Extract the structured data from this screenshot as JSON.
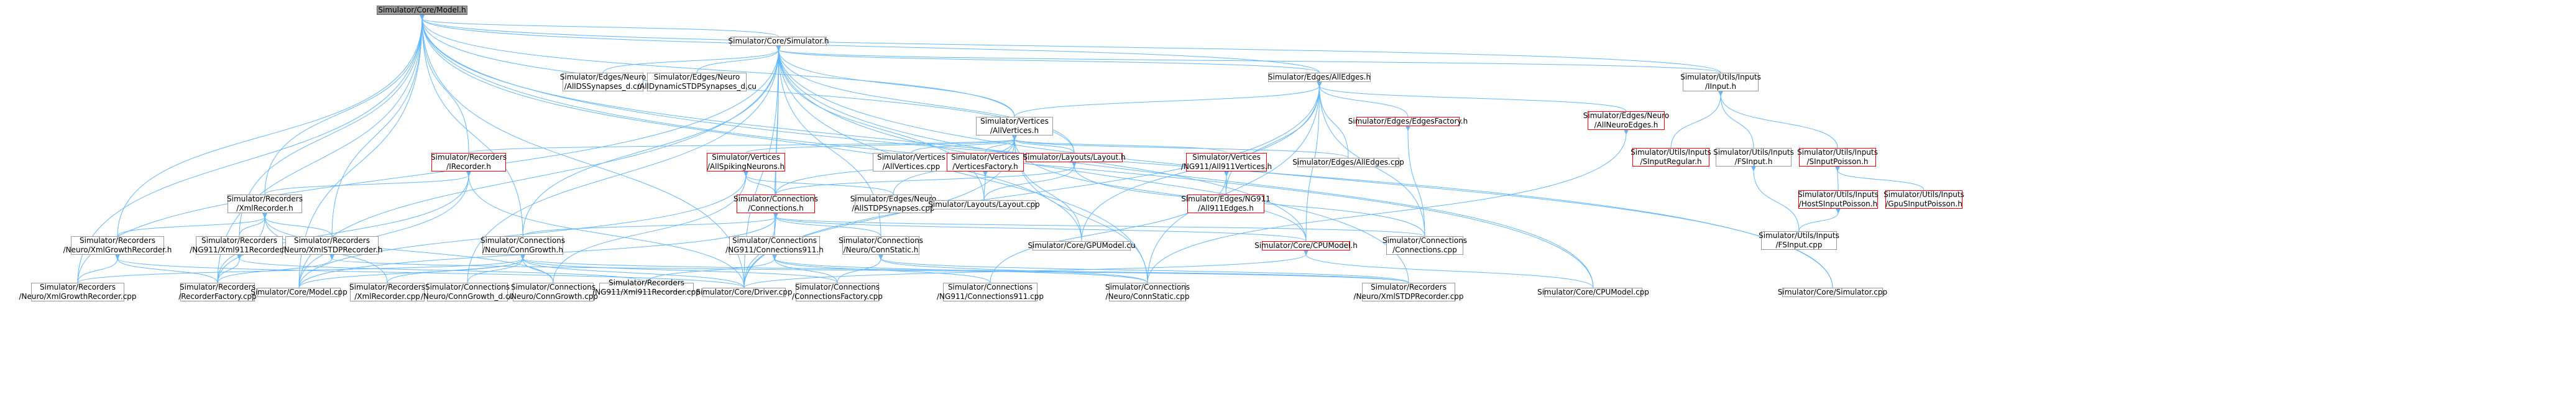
{
  "nodes": [
    {
      "id": "core_model_h",
      "label": "Simulator/Core/Model.h",
      "style": "focus"
    },
    {
      "id": "core_simulator_h",
      "label": "Simulator/Core/Simulator.h",
      "style": "normal"
    },
    {
      "id": "aleddyn_d",
      "label": "Simulator/Edges/Neuro\n/AllDSSynapses_d.cu",
      "style": "normal"
    },
    {
      "id": "aldynstdp_d",
      "label": "Simulator/Edges/Neuro\n/AllDynamicSTDPSynapses_d.cu",
      "style": "normal"
    },
    {
      "id": "alledges_h",
      "label": "Simulator/Edges/AllEdges.h",
      "style": "normal"
    },
    {
      "id": "iinput_h",
      "label": "Simulator/Utils/Inputs\n/IInput.h",
      "style": "normal"
    },
    {
      "id": "edgesfactory_h",
      "label": "Simulator/Edges/EdgesFactory.h",
      "style": "red"
    },
    {
      "id": "allneuroedges_h",
      "label": "Simulator/Edges/Neuro\n/AllNeuroEdges.h",
      "style": "red"
    },
    {
      "id": "allvertices_h",
      "label": "Simulator/Vertices\n/AllVertices.h",
      "style": "normal"
    },
    {
      "id": "sinputregular_h",
      "label": "Simulator/Utils/Inputs\n/SInputRegular.h",
      "style": "red"
    },
    {
      "id": "fsinput_h",
      "label": "Simulator/Utils/Inputs\n/FSInput.h",
      "style": "normal"
    },
    {
      "id": "sinputpoisson_h",
      "label": "Simulator/Utils/Inputs\n/SInputPoisson.h",
      "style": "red"
    },
    {
      "id": "irecorder_h",
      "label": "Simulator/Recorders\n/IRecorder.h",
      "style": "red"
    },
    {
      "id": "allspiking_h",
      "label": "Simulator/Vertices\n/AllSpikingNeurons.h",
      "style": "red"
    },
    {
      "id": "allvertices_cpp",
      "label": "Simulator/Vertices\n/AllVertices.cpp",
      "style": "normal"
    },
    {
      "id": "verticesfactory_h",
      "label": "Simulator/Vertices\n/VerticesFactory.h",
      "style": "red"
    },
    {
      "id": "layout_h",
      "label": "Simulator/Layouts/Layout.h",
      "style": "red"
    },
    {
      "id": "ng911vertices_h",
      "label": "Simulator/Vertices\n/NG911/All911Vertices.h",
      "style": "red"
    },
    {
      "id": "alledges_cpp",
      "label": "Simulator/Edges/AllEdges.cpp",
      "style": "normal"
    },
    {
      "id": "hostsinput_h",
      "label": "Simulator/Utils/Inputs\n/HostSInputPoisson.h",
      "style": "red"
    },
    {
      "id": "gpusinput_h",
      "label": "Simulator/Utils/Inputs\n/GpuSInputPoisson.h",
      "style": "red"
    },
    {
      "id": "xmlrecorder_h",
      "label": "Simulator/Recorders\n/XmlRecorder.h",
      "style": "normal"
    },
    {
      "id": "connections_h",
      "label": "Simulator/Connections\n/Connections.h",
      "style": "red"
    },
    {
      "id": "allstdp_cpp",
      "label": "Simulator/Edges/Neuro\n/AllSTDPSynapses.cpp",
      "style": "normal"
    },
    {
      "id": "layout_cpp",
      "label": "Simulator/Layouts/Layout.cpp",
      "style": "normal"
    },
    {
      "id": "all911edges_h",
      "label": "Simulator/Edges/NG911\n/All911Edges.h",
      "style": "red"
    },
    {
      "id": "fsinput_cpp",
      "label": "Simulator/Utils/Inputs\n/FSInput.cpp",
      "style": "normal"
    },
    {
      "id": "xmlgrowthrec_h",
      "label": "Simulator/Recorders\n/Neuro/XmlGrowthRecorder.h",
      "style": "normal"
    },
    {
      "id": "ng911rec_h",
      "label": "Simulator/Recorders\n/NG911/Xml911Recorder.h",
      "style": "normal"
    },
    {
      "id": "xmlstdprec_h",
      "label": "Simulator/Recorders\n/Neuro/XmlSTDPRecorder.h",
      "style": "normal"
    },
    {
      "id": "conngrowth_h",
      "label": "Simulator/Connections\n/Neuro/ConnGrowth.h",
      "style": "normal"
    },
    {
      "id": "conn911_h",
      "label": "Simulator/Connections\n/NG911/Connections911.h",
      "style": "normal"
    },
    {
      "id": "connstatic_h",
      "label": "Simulator/Connections\n/Neuro/ConnStatic.h",
      "style": "normal"
    },
    {
      "id": "gpumodel_cu",
      "label": "Simulator/Core/GPUModel.cu",
      "style": "normal"
    },
    {
      "id": "cpumodel_h",
      "label": "Simulator/Core/CPUModel.h",
      "style": "red"
    },
    {
      "id": "connections_cpp",
      "label": "Simulator/Connections\n/Connections.cpp",
      "style": "normal"
    },
    {
      "id": "xmlgrowthrec_cpp",
      "label": "Simulator/Recorders\n/Neuro/XmlGrowthRecorder.cpp",
      "style": "normal"
    },
    {
      "id": "recfactory_cpp",
      "label": "Simulator/Recorders\n/RecorderFactory.cpp",
      "style": "normal"
    },
    {
      "id": "core_model_cpp",
      "label": "Simulator/Core/Model.cpp",
      "style": "normal"
    },
    {
      "id": "xmlrecorder_cpp",
      "label": "Simulator/Recorders\n/XmlRecorder.cpp",
      "style": "normal"
    },
    {
      "id": "conngrowth_d",
      "label": "Simulator/Connections\n/Neuro/ConnGrowth_d.cu",
      "style": "normal"
    },
    {
      "id": "conngrowth_cpp",
      "label": "Simulator/Connections\n/Neuro/ConnGrowth.cpp",
      "style": "normal"
    },
    {
      "id": "ng911rec_cpp",
      "label": "Simulator/Recorders\n/NG911/Xml911Recorder.cpp",
      "style": "normal"
    },
    {
      "id": "driver_cpp",
      "label": "Simulator/Core/Driver.cpp",
      "style": "normal"
    },
    {
      "id": "connfactory_cpp",
      "label": "Simulator/Connections\n/ConnectionsFactory.cpp",
      "style": "normal"
    },
    {
      "id": "conn911_cpp",
      "label": "Simulator/Connections\n/NG911/Connections911.cpp",
      "style": "normal"
    },
    {
      "id": "connstatic_cpp",
      "label": "Simulator/Connections\n/Neuro/ConnStatic.cpp",
      "style": "normal"
    },
    {
      "id": "xmlstdprec_cpp",
      "label": "Simulator/Recorders\n/Neuro/XmlSTDPRecorder.cpp",
      "style": "normal"
    },
    {
      "id": "cpumodel_cpp",
      "label": "Simulator/Core/CPUModel.cpp",
      "style": "normal"
    },
    {
      "id": "simulator_cpp",
      "label": "Simulator/Core/Simulator.cpp",
      "style": "normal"
    }
  ],
  "edges": [
    [
      "core_model_h",
      "core_simulator_h"
    ],
    [
      "core_model_h",
      "alledges_h"
    ],
    [
      "core_model_h",
      "iinput_h"
    ],
    [
      "core_model_h",
      "allvertices_h"
    ],
    [
      "core_model_h",
      "irecorder_h"
    ],
    [
      "core_model_h",
      "layout_h"
    ],
    [
      "core_model_h",
      "xmlrecorder_h"
    ],
    [
      "core_model_h",
      "xmlgrowthrec_h"
    ],
    [
      "core_model_h",
      "ng911rec_h"
    ],
    [
      "core_model_h",
      "xmlstdprec_h"
    ],
    [
      "core_model_h",
      "conngrowth_h"
    ],
    [
      "core_model_h",
      "driver_cpp"
    ],
    [
      "core_model_h",
      "gpumodel_cu"
    ],
    [
      "core_model_h",
      "cpumodel_h"
    ],
    [
      "core_model_h",
      "xmlgrowthrec_cpp"
    ],
    [
      "core_model_h",
      "recfactory_cpp"
    ],
    [
      "core_model_h",
      "core_model_cpp"
    ],
    [
      "core_model_h",
      "cpumodel_cpp"
    ],
    [
      "core_model_h",
      "simulator_cpp"
    ],
    [
      "core_simulator_h",
      "aleddyn_d"
    ],
    [
      "core_simulator_h",
      "aldynstdp_d"
    ],
    [
      "core_simulator_h",
      "alledges_h"
    ],
    [
      "core_simulator_h",
      "iinput_h"
    ],
    [
      "core_simulator_h",
      "allvertices_h"
    ],
    [
      "core_simulator_h",
      "layout_h"
    ],
    [
      "core_simulator_h",
      "connections_h"
    ],
    [
      "core_simulator_h",
      "layout_cpp"
    ],
    [
      "core_simulator_h",
      "conngrowth_h"
    ],
    [
      "core_simulator_h",
      "conn911_h"
    ],
    [
      "core_simulator_h",
      "connstatic_h"
    ],
    [
      "core_simulator_h",
      "core_model_cpp"
    ],
    [
      "core_simulator_h",
      "conngrowth_d"
    ],
    [
      "core_simulator_h",
      "driver_cpp"
    ],
    [
      "core_simulator_h",
      "xmlgrowthrec_cpp"
    ],
    [
      "core_simulator_h",
      "simulator_cpp"
    ],
    [
      "core_simulator_h",
      "xmlstdprec_cpp"
    ],
    [
      "core_simulator_h",
      "cpumodel_cpp"
    ],
    [
      "core_simulator_h",
      "connstatic_cpp"
    ],
    [
      "alledges_h",
      "edgesfactory_h"
    ],
    [
      "alledges_h",
      "allneuroedges_h"
    ],
    [
      "alledges_h",
      "allvertices_h"
    ],
    [
      "alledges_h",
      "alledges_cpp"
    ],
    [
      "alledges_h",
      "all911edges_h"
    ],
    [
      "alledges_h",
      "connections_cpp"
    ],
    [
      "alledges_h",
      "gpumodel_cu"
    ],
    [
      "alledges_h",
      "cpumodel_h"
    ],
    [
      "alledges_h",
      "driver_cpp"
    ],
    [
      "alledges_h",
      "connstatic_cpp"
    ],
    [
      "iinput_h",
      "sinputregular_h"
    ],
    [
      "iinput_h",
      "fsinput_h"
    ],
    [
      "iinput_h",
      "sinputpoisson_h"
    ],
    [
      "sinputpoisson_h",
      "hostsinput_h"
    ],
    [
      "sinputpoisson_h",
      "gpusinput_h"
    ],
    [
      "hostsinput_h",
      "fsinput_cpp"
    ],
    [
      "fsinput_h",
      "fsinput_cpp"
    ],
    [
      "allvertices_h",
      "irecorder_h"
    ],
    [
      "allvertices_h",
      "allspiking_h"
    ],
    [
      "allvertices_h",
      "allvertices_cpp"
    ],
    [
      "allvertices_h",
      "verticesfactory_h"
    ],
    [
      "allvertices_h",
      "layout_h"
    ],
    [
      "allvertices_h",
      "ng911vertices_h"
    ],
    [
      "allvertices_h",
      "alledges_cpp"
    ],
    [
      "allvertices_h",
      "connections_h"
    ],
    [
      "allvertices_h",
      "allstdp_cpp"
    ],
    [
      "allvertices_h",
      "gpumodel_cu"
    ],
    [
      "allvertices_h",
      "cpumodel_h"
    ],
    [
      "allvertices_h",
      "connstatic_cpp"
    ],
    [
      "allvertices_h",
      "driver_cpp"
    ],
    [
      "edgesfactory_h",
      "connections_cpp"
    ],
    [
      "allneuroedges_h",
      "connstatic_cpp"
    ],
    [
      "irecorder_h",
      "xmlrecorder_h"
    ],
    [
      "irecorder_h",
      "core_model_cpp"
    ],
    [
      "irecorder_h",
      "recfactory_cpp"
    ],
    [
      "irecorder_h",
      "driver_cpp"
    ],
    [
      "allspiking_h",
      "connections_h"
    ],
    [
      "allspiking_h",
      "allstdp_cpp"
    ],
    [
      "allspiking_h",
      "conngrowth_cpp"
    ],
    [
      "allspiking_h",
      "core_model_cpp"
    ],
    [
      "verticesfactory_h",
      "layout_cpp"
    ],
    [
      "layout_h",
      "connections_h"
    ],
    [
      "layout_h",
      "layout_cpp"
    ],
    [
      "layout_h",
      "connections_cpp"
    ],
    [
      "ng911vertices_h",
      "all911edges_h"
    ],
    [
      "ng911vertices_h",
      "conn911_cpp"
    ],
    [
      "xmlrecorder_h",
      "xmlgrowthrec_h"
    ],
    [
      "xmlrecorder_h",
      "ng911rec_h"
    ],
    [
      "xmlrecorder_h",
      "xmlstdprec_h"
    ],
    [
      "xmlrecorder_h",
      "xmlrecorder_cpp"
    ],
    [
      "xmlrecorder_h",
      "recfactory_cpp"
    ],
    [
      "xmlrecorder_h",
      "conngrowth_cpp"
    ],
    [
      "connections_h",
      "conngrowth_h"
    ],
    [
      "connections_h",
      "conn911_h"
    ],
    [
      "connections_h",
      "connstatic_h"
    ],
    [
      "connections_h",
      "connections_cpp"
    ],
    [
      "connections_h",
      "cpumodel_h"
    ],
    [
      "connections_h",
      "core_model_cpp"
    ],
    [
      "connections_h",
      "driver_cpp"
    ],
    [
      "xmlgrowthrec_h",
      "xmlgrowthrec_cpp"
    ],
    [
      "xmlgrowthrec_h",
      "recfactory_cpp"
    ],
    [
      "xmlgrowthrec_h",
      "driver_cpp"
    ],
    [
      "ng911rec_h",
      "recfactory_cpp"
    ],
    [
      "ng911rec_h",
      "ng911rec_cpp"
    ],
    [
      "xmlstdprec_h",
      "recfactory_cpp"
    ],
    [
      "xmlstdprec_h",
      "xmlstdprec_cpp"
    ],
    [
      "conngrowth_h",
      "xmlgrowthrec_cpp"
    ],
    [
      "conngrowth_h",
      "conngrowth_d"
    ],
    [
      "conngrowth_h",
      "conngrowth_cpp"
    ],
    [
      "conngrowth_h",
      "connfactory_cpp"
    ],
    [
      "conngrowth_h",
      "driver_cpp"
    ],
    [
      "conngrowth_h",
      "core_model_cpp"
    ],
    [
      "conngrowth_h",
      "xmlrecorder_cpp"
    ],
    [
      "conngrowth_h",
      "xmlstdprec_cpp"
    ],
    [
      "conn911_h",
      "ng911rec_cpp"
    ],
    [
      "conn911_h",
      "conn911_cpp"
    ],
    [
      "conn911_h",
      "connfactory_cpp"
    ],
    [
      "conn911_h",
      "connstatic_cpp"
    ],
    [
      "connstatic_h",
      "connstatic_cpp"
    ],
    [
      "connstatic_h",
      "connfactory_cpp"
    ],
    [
      "connstatic_h",
      "xmlstdprec_cpp"
    ],
    [
      "cpumodel_h",
      "cpumodel_cpp"
    ],
    [
      "cpumodel_h",
      "driver_cpp"
    ]
  ]
}
